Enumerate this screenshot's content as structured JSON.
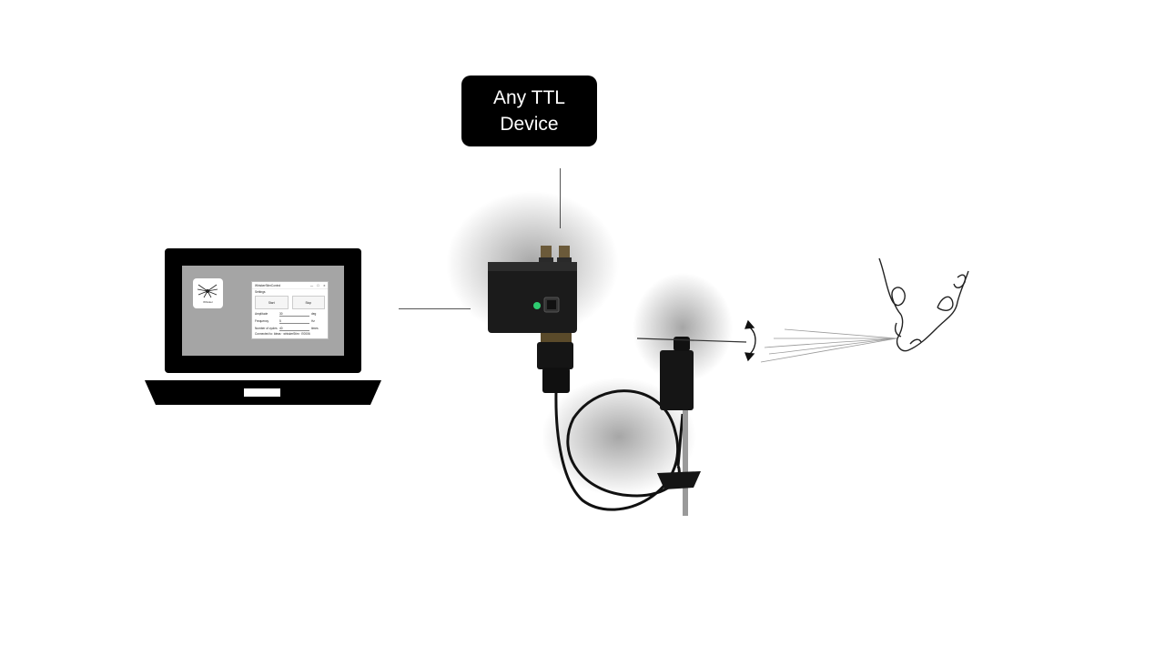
{
  "ttl_device": {
    "line1": "Any TTL",
    "line2": "Device"
  },
  "laptop": {
    "app_icon_label": "Whisker",
    "window": {
      "title": "WhiskerStimControl",
      "controls": [
        "—",
        "☐",
        "✕"
      ],
      "settings_label": "Settings",
      "buttons": [
        "Start",
        "Stop"
      ],
      "fields": [
        {
          "label": "Amplitude",
          "value": "30",
          "unit": "deg"
        },
        {
          "label": "Frequency",
          "value": "5",
          "unit": "Hz"
        },
        {
          "label": "Number of cycles",
          "value": "40",
          "unit": "times"
        }
      ],
      "status": "Connected to: Ideas · whiskerStim · E0006"
    }
  },
  "colors": {
    "box": "#000000",
    "screen": "#a5a5a5",
    "device": "#1a1a1a",
    "led": "#2ecc71"
  }
}
